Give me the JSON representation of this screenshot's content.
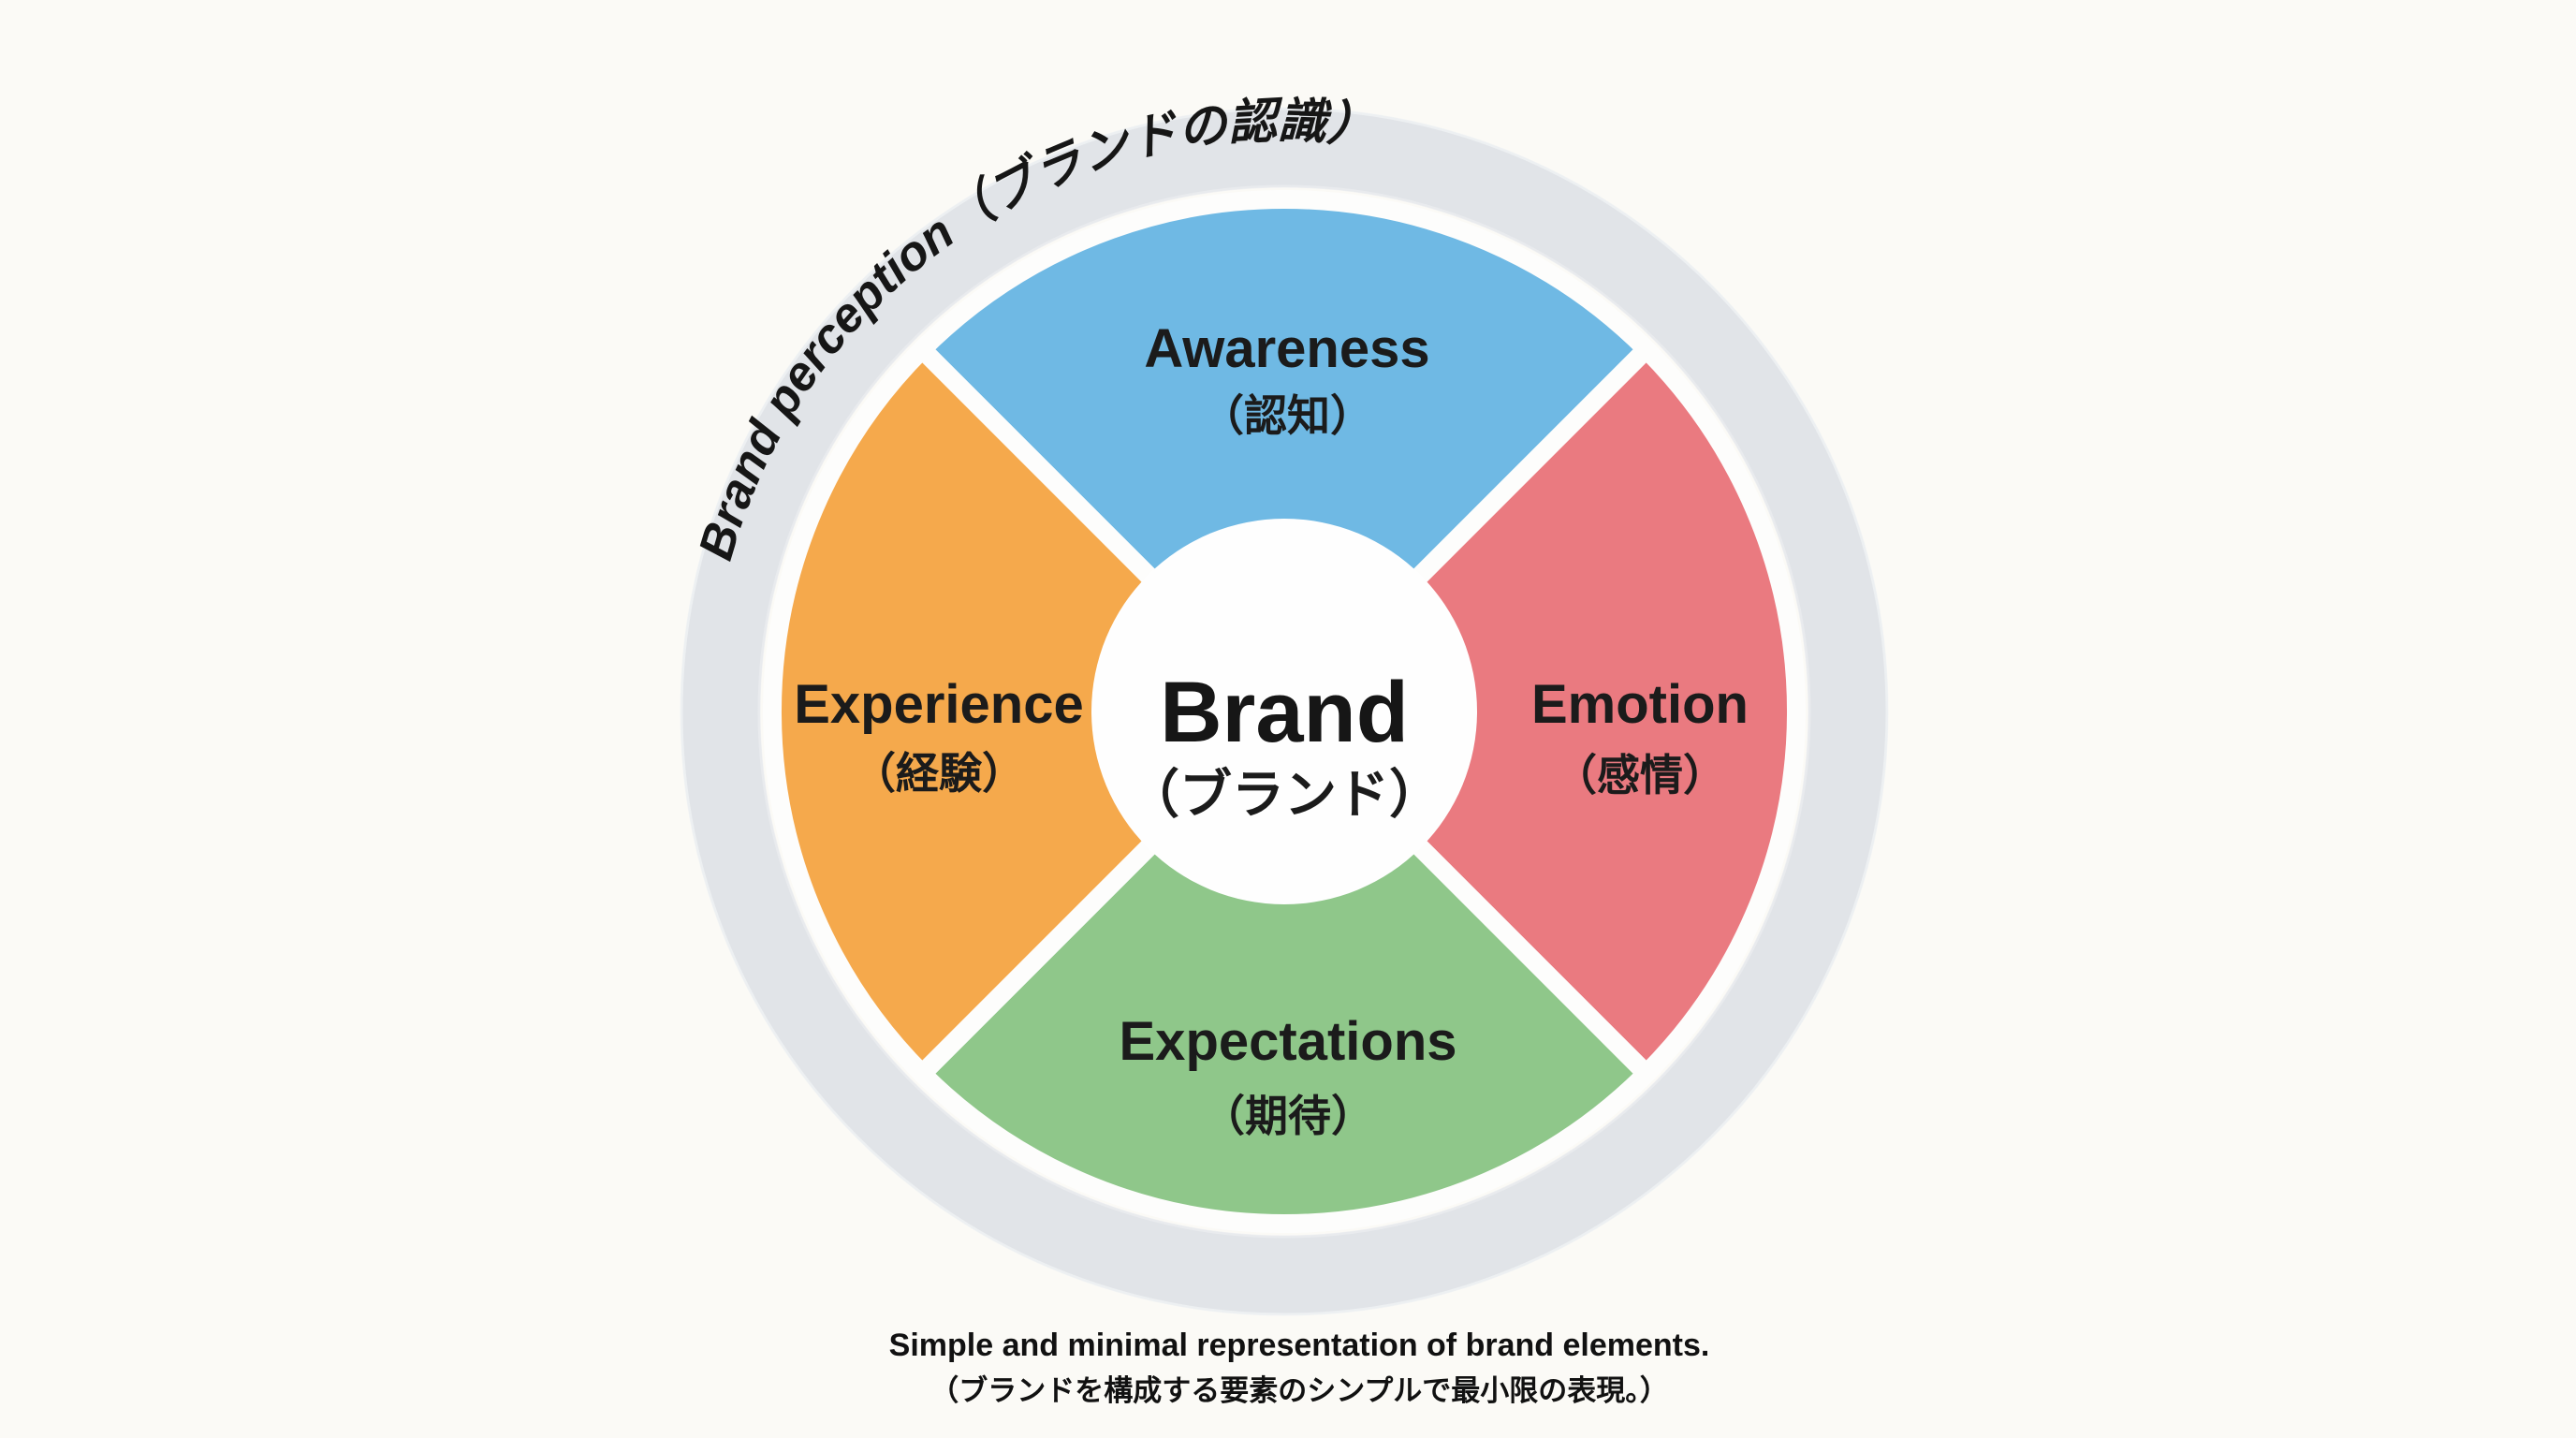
{
  "page": {
    "background": "#fbfaf6"
  },
  "diagram": {
    "arc_label": "Brand perception（ブランドの認識）",
    "ring_color": "#e1e4e8",
    "gap_color": "#fdfdfc",
    "center": {
      "title": "Brand",
      "subtitle": "（ブランド）"
    },
    "quadrants": [
      {
        "id": "awareness",
        "position": "top",
        "label": "Awareness",
        "subtitle": "（認知）",
        "color": "#6fb9e4"
      },
      {
        "id": "emotion",
        "position": "right",
        "label": "Emotion",
        "subtitle": "（感情）",
        "color": "#ea7a80"
      },
      {
        "id": "expectations",
        "position": "bottom",
        "label": "Expectations",
        "subtitle": "（期待）",
        "color": "#8fc78a"
      },
      {
        "id": "experience",
        "position": "left",
        "label": "Experience",
        "subtitle": "（経験）",
        "color": "#f5a94c"
      }
    ]
  },
  "caption": {
    "line1": "Simple and minimal representation of brand elements.",
    "line2": "（ブランドを構成する要素のシンプルで最小限の表現。）"
  }
}
